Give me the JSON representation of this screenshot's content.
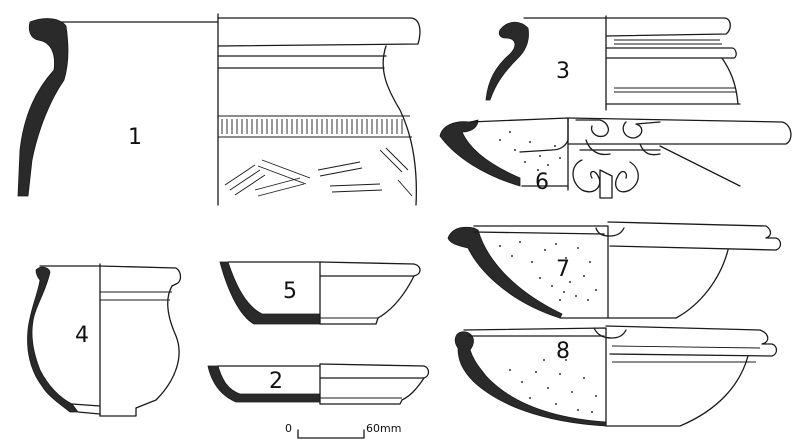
{
  "figures": [
    {
      "id": "vessel-1",
      "label": "1"
    },
    {
      "id": "vessel-2",
      "label": "2"
    },
    {
      "id": "vessel-3",
      "label": "3"
    },
    {
      "id": "vessel-4",
      "label": "4"
    },
    {
      "id": "vessel-5",
      "label": "5"
    },
    {
      "id": "vessel-6",
      "label": "6"
    },
    {
      "id": "vessel-7",
      "label": "7"
    },
    {
      "id": "vessel-8",
      "label": "8"
    }
  ],
  "scale_bar": {
    "start_label": "0",
    "end_label": "60mm"
  }
}
